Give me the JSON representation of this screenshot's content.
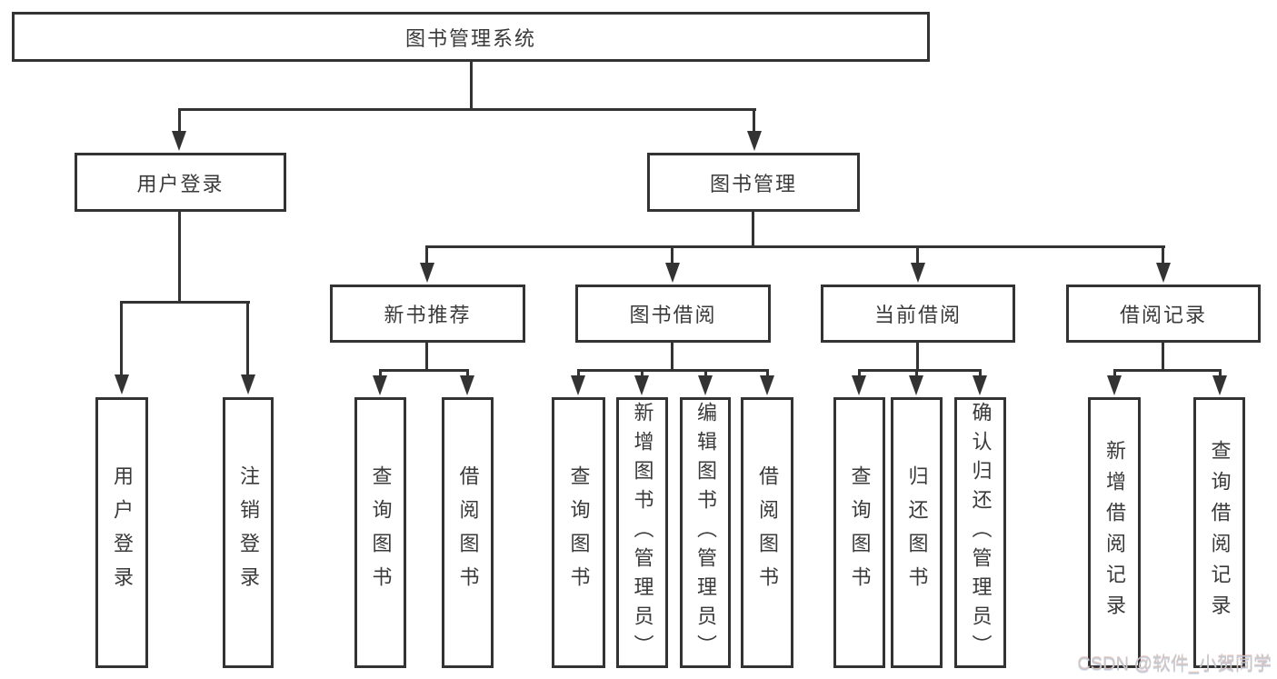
{
  "tree": {
    "root_label": "图书管理系统",
    "branches": [
      {
        "label": "用户登录",
        "children": [
          {
            "label": "用户登录"
          },
          {
            "label": "注销登录"
          }
        ]
      },
      {
        "label": "图书管理",
        "children": [
          {
            "label": "新书推荐",
            "children": [
              {
                "label": "查询图书"
              },
              {
                "label": "借阅图书"
              }
            ]
          },
          {
            "label": "图书借阅",
            "children": [
              {
                "label": "查询图书"
              },
              {
                "label": "新增图书（管理员）"
              },
              {
                "label": "编辑图书（管理员）"
              },
              {
                "label": "借阅图书"
              }
            ]
          },
          {
            "label": "当前借阅",
            "children": [
              {
                "label": "查询图书"
              },
              {
                "label": "归还图书"
              },
              {
                "label": "确认归还（管理员）"
              }
            ]
          },
          {
            "label": "借阅记录",
            "children": [
              {
                "label": "新增借阅记录"
              },
              {
                "label": "查询借阅记录"
              }
            ]
          }
        ]
      }
    ]
  },
  "watermark": {
    "text": "CSDN @软件_小贺同学"
  },
  "colors": {
    "line": "#333333",
    "text": "#3a3a3a",
    "background": "#ffffff",
    "watermark": "#c9c9c9"
  }
}
